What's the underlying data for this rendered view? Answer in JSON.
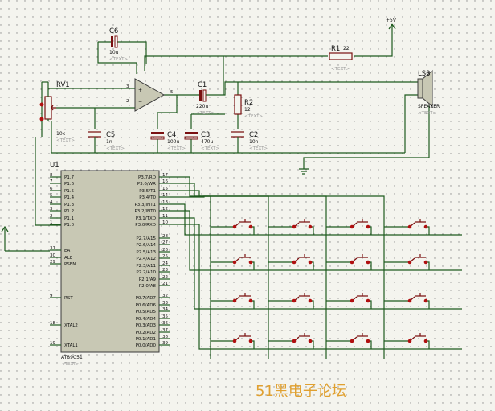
{
  "watermark": "51黑电子论坛",
  "power": {
    "label": "+5V"
  },
  "components": {
    "C6": {
      "ref": "C6",
      "value": "10u",
      "text": "<TEXT>"
    },
    "R1": {
      "ref": "R1",
      "value": "22",
      "text": "<TEXT>"
    },
    "RV1": {
      "ref": "RV1",
      "value": "10k",
      "text": "<TEXT>"
    },
    "C1": {
      "ref": "C1",
      "value": "220u",
      "text": "<TEXT>"
    },
    "R2": {
      "ref": "R2",
      "value": "12",
      "text": "<TEXT>"
    },
    "LS3": {
      "ref": "LS3",
      "value": "SPEAKER",
      "text": "<TEXT>"
    },
    "C5": {
      "ref": "C5",
      "value": "1n",
      "text": "<TEXT>"
    },
    "C4": {
      "ref": "C4",
      "value": "100u",
      "text": "<TEXT>"
    },
    "C3": {
      "ref": "C3",
      "value": "470u",
      "text": "<TEXT>"
    },
    "C2": {
      "ref": "C2",
      "value": "10n",
      "text": "<TEXT>"
    }
  },
  "opamp": {
    "pin_in_plus": "3",
    "pin_in_minus": "2",
    "pin_out": "5"
  },
  "mcu": {
    "ref": "U1",
    "part": "AT89C51",
    "text": "<TEXT>",
    "left_pins": [
      {
        "num": "8",
        "name": "P1.7"
      },
      {
        "num": "7",
        "name": "P1.6"
      },
      {
        "num": "6",
        "name": "P1.5"
      },
      {
        "num": "5",
        "name": "P1.4"
      },
      {
        "num": "4",
        "name": "P1.3"
      },
      {
        "num": "3",
        "name": "P1.2"
      },
      {
        "num": "2",
        "name": "P1.1"
      },
      {
        "num": "1",
        "name": "P1.0"
      },
      {
        "num": "31",
        "name": "EA"
      },
      {
        "num": "30",
        "name": "ALE"
      },
      {
        "num": "29",
        "name": "PSEN"
      },
      {
        "num": "9",
        "name": "RST"
      },
      {
        "num": "18",
        "name": "XTAL2"
      },
      {
        "num": "19",
        "name": "XTAL1"
      }
    ],
    "right_pins_top": [
      {
        "num": "17",
        "name": "P3.7/RD"
      },
      {
        "num": "16",
        "name": "P3.6/WR"
      },
      {
        "num": "15",
        "name": "P3.5/T1"
      },
      {
        "num": "14",
        "name": "P3.4/T0"
      },
      {
        "num": "13",
        "name": "P3.3/INT1"
      },
      {
        "num": "12",
        "name": "P3.2/INT0"
      },
      {
        "num": "11",
        "name": "P3.1/TXD"
      },
      {
        "num": "10",
        "name": "P3.0/RXD"
      }
    ],
    "right_pins_mid": [
      {
        "num": "28",
        "name": "P2.7/A15"
      },
      {
        "num": "27",
        "name": "P2.6/A14"
      },
      {
        "num": "26",
        "name": "P2.5/A13"
      },
      {
        "num": "25",
        "name": "P2.4/A12"
      },
      {
        "num": "24",
        "name": "P2.3/A11"
      },
      {
        "num": "23",
        "name": "P2.2/A10"
      },
      {
        "num": "22",
        "name": "P2.1/A9"
      },
      {
        "num": "21",
        "name": "P2.0/A8"
      }
    ],
    "right_pins_bot": [
      {
        "num": "32",
        "name": "P0.7/AD7"
      },
      {
        "num": "33",
        "name": "P0.6/AD6"
      },
      {
        "num": "34",
        "name": "P0.5/AD5"
      },
      {
        "num": "35",
        "name": "P0.4/AD4"
      },
      {
        "num": "36",
        "name": "P0.3/AD3"
      },
      {
        "num": "37",
        "name": "P0.2/AD2"
      },
      {
        "num": "38",
        "name": "P0.1/AD1"
      },
      {
        "num": "39",
        "name": "P0.0/AD0"
      }
    ]
  }
}
